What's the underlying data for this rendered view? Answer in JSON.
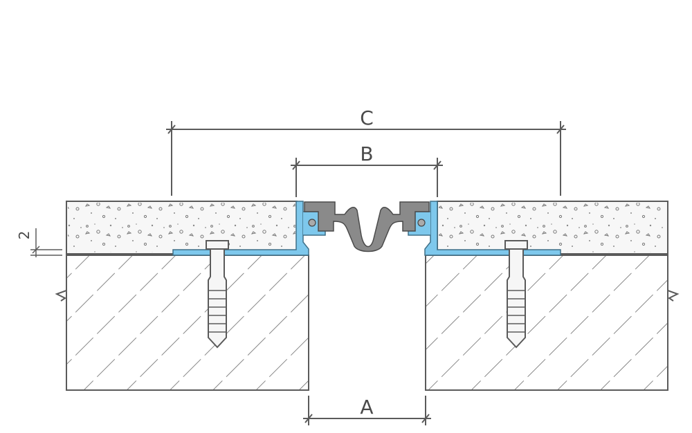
{
  "dimensions": {
    "A": "A",
    "B": "B",
    "C": "C",
    "thickness": "2"
  },
  "colors": {
    "line": "#5a5a5a",
    "profile": "#7ec8ec",
    "profile_stroke": "#3f6f86",
    "seal": "#8a8a8a",
    "seal_stroke": "#4a4a4a",
    "concrete": "#f4f4f4",
    "screw": "#f6f6f6"
  }
}
